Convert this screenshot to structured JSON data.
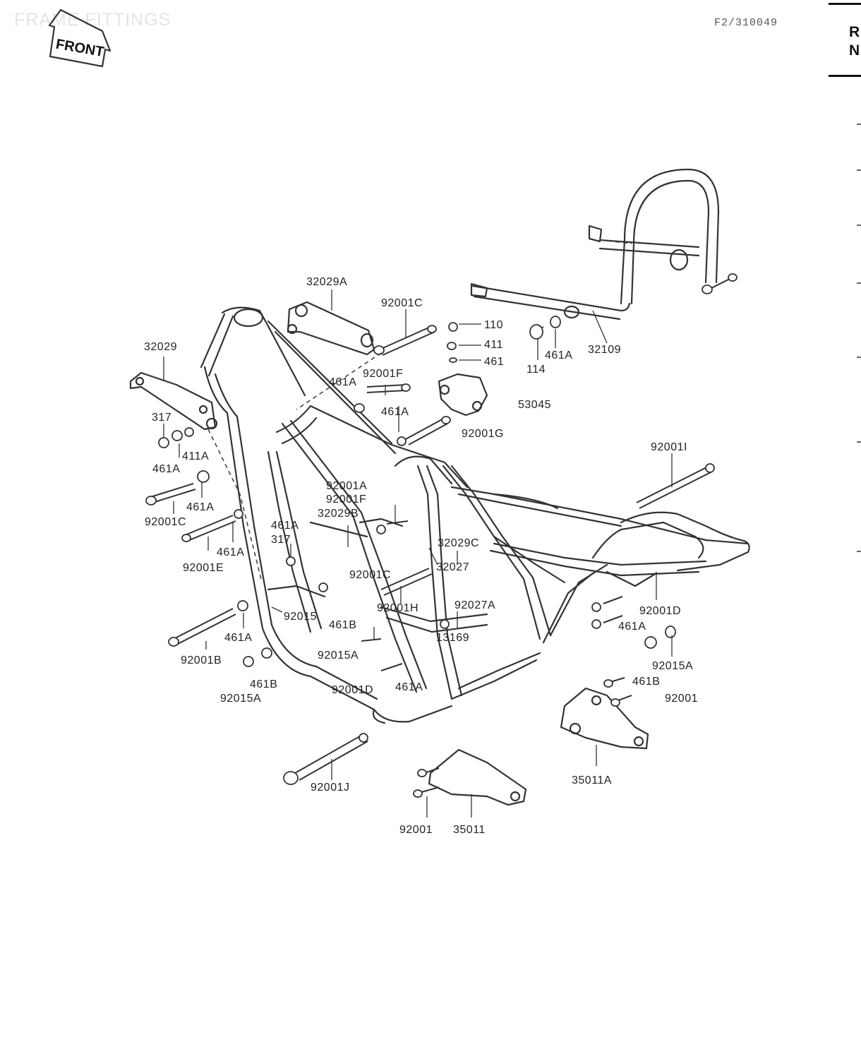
{
  "page": {
    "title": "FRAME FITTINGS",
    "code": "F2/310049",
    "front_label": "FRONT",
    "right_header": [
      "R",
      "N"
    ]
  },
  "callouts": [
    {
      "id": "c01",
      "text": "32029A"
    },
    {
      "id": "c02",
      "text": "92001C"
    },
    {
      "id": "c03",
      "text": "110"
    },
    {
      "id": "c04",
      "text": "411"
    },
    {
      "id": "c05",
      "text": "461"
    },
    {
      "id": "c06",
      "text": "461A"
    },
    {
      "id": "c07",
      "text": "114"
    },
    {
      "id": "c08",
      "text": "32109"
    },
    {
      "id": "c09",
      "text": "92001F"
    },
    {
      "id": "c10",
      "text": "461A"
    },
    {
      "id": "c11",
      "text": "461A"
    },
    {
      "id": "c12",
      "text": "53045"
    },
    {
      "id": "c13",
      "text": "92001G"
    },
    {
      "id": "c14",
      "text": "32029"
    },
    {
      "id": "c15",
      "text": "317"
    },
    {
      "id": "c16",
      "text": "411A"
    },
    {
      "id": "c17",
      "text": "461A"
    },
    {
      "id": "c18",
      "text": "461A"
    },
    {
      "id": "c19",
      "text": "92001C"
    },
    {
      "id": "c20",
      "text": "92001I"
    },
    {
      "id": "c21",
      "text": "92001A"
    },
    {
      "id": "c22",
      "text": "92001F"
    },
    {
      "id": "c23",
      "text": "32029B"
    },
    {
      "id": "c24",
      "text": "461A"
    },
    {
      "id": "c25",
      "text": "317"
    },
    {
      "id": "c26",
      "text": "461A"
    },
    {
      "id": "c27",
      "text": "92001E"
    },
    {
      "id": "c28",
      "text": "32029C"
    },
    {
      "id": "c29",
      "text": "92001C"
    },
    {
      "id": "c30",
      "text": "32027"
    },
    {
      "id": "c31",
      "text": "92001H"
    },
    {
      "id": "c32",
      "text": "92027A"
    },
    {
      "id": "c33",
      "text": "92015"
    },
    {
      "id": "c34",
      "text": "461B"
    },
    {
      "id": "c35",
      "text": "13169"
    },
    {
      "id": "c36",
      "text": "92015A"
    },
    {
      "id": "c37",
      "text": "461A"
    },
    {
      "id": "c38",
      "text": "92001B"
    },
    {
      "id": "c39",
      "text": "461B"
    },
    {
      "id": "c40",
      "text": "92015A"
    },
    {
      "id": "c41",
      "text": "92001D"
    },
    {
      "id": "c42",
      "text": "461A"
    },
    {
      "id": "c43",
      "text": "92001D"
    },
    {
      "id": "c44",
      "text": "461A"
    },
    {
      "id": "c45",
      "text": "92015A"
    },
    {
      "id": "c46",
      "text": "461B"
    },
    {
      "id": "c47",
      "text": "92001"
    },
    {
      "id": "c48",
      "text": "35011A"
    },
    {
      "id": "c49",
      "text": "92001J"
    },
    {
      "id": "c50",
      "text": "92001"
    },
    {
      "id": "c51",
      "text": "35011"
    }
  ]
}
